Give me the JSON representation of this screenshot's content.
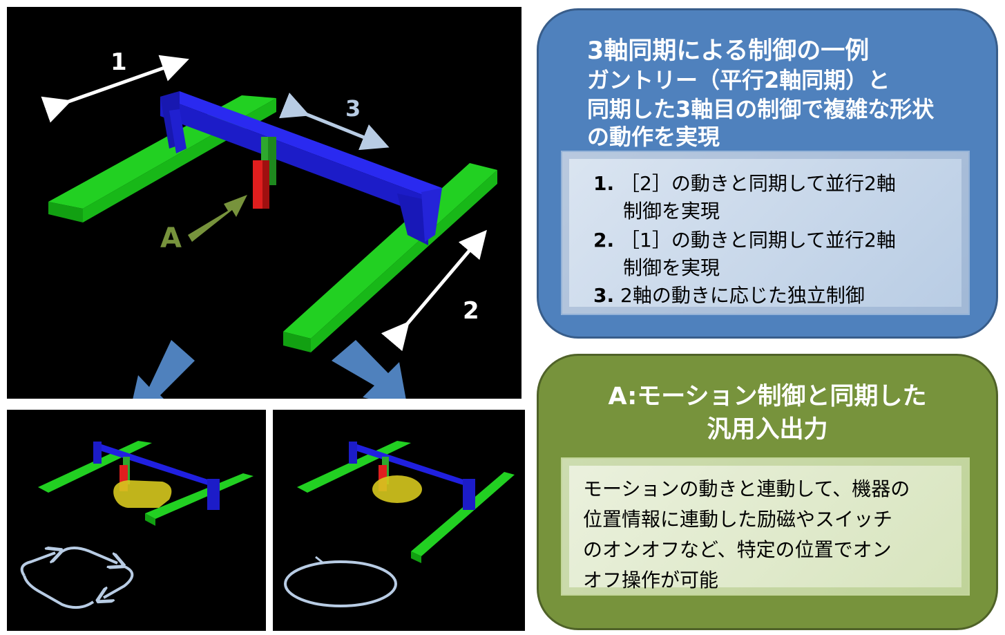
{
  "diagram": {
    "labels": {
      "arrow1": "1",
      "arrow2": "2",
      "arrow3": "3",
      "point_a": "A"
    },
    "colors": {
      "rail": "#1ec81e",
      "gantry": "#1e1ee6",
      "head": "#e61e1e",
      "carriage": "#2ea82e",
      "blue_arrow": "#4f81bd",
      "path_line": "#b8cce4",
      "label_a": "#77933c",
      "zone": "#d6c81e"
    }
  },
  "blue_box": {
    "title": "3軸同期による制御の一例",
    "subtitle_lines": [
      "ガントリー（平行2軸同期）と",
      "同期した3軸目の制御で複雑な形状",
      "の動作を実現"
    ],
    "items": [
      {
        "num": "1.",
        "text": "［2］の動きと同期して並行2軸",
        "cont": "制御を実現"
      },
      {
        "num": "2.",
        "text": "［1］の動きと同期して並行2軸",
        "cont": "制御を実現"
      },
      {
        "num": "3.",
        "text": "2軸の動きに応じた独立制御"
      }
    ]
  },
  "green_box": {
    "title_lines": [
      "A:モーション制御と同期した",
      "汎用入出力"
    ],
    "body_lines": [
      "モーションの動きと連動して、機器の",
      "位置情報に連動した励磁やスイッチ",
      "のオンオフなど、特定の位置でオン",
      "オフ操作が可能"
    ]
  }
}
